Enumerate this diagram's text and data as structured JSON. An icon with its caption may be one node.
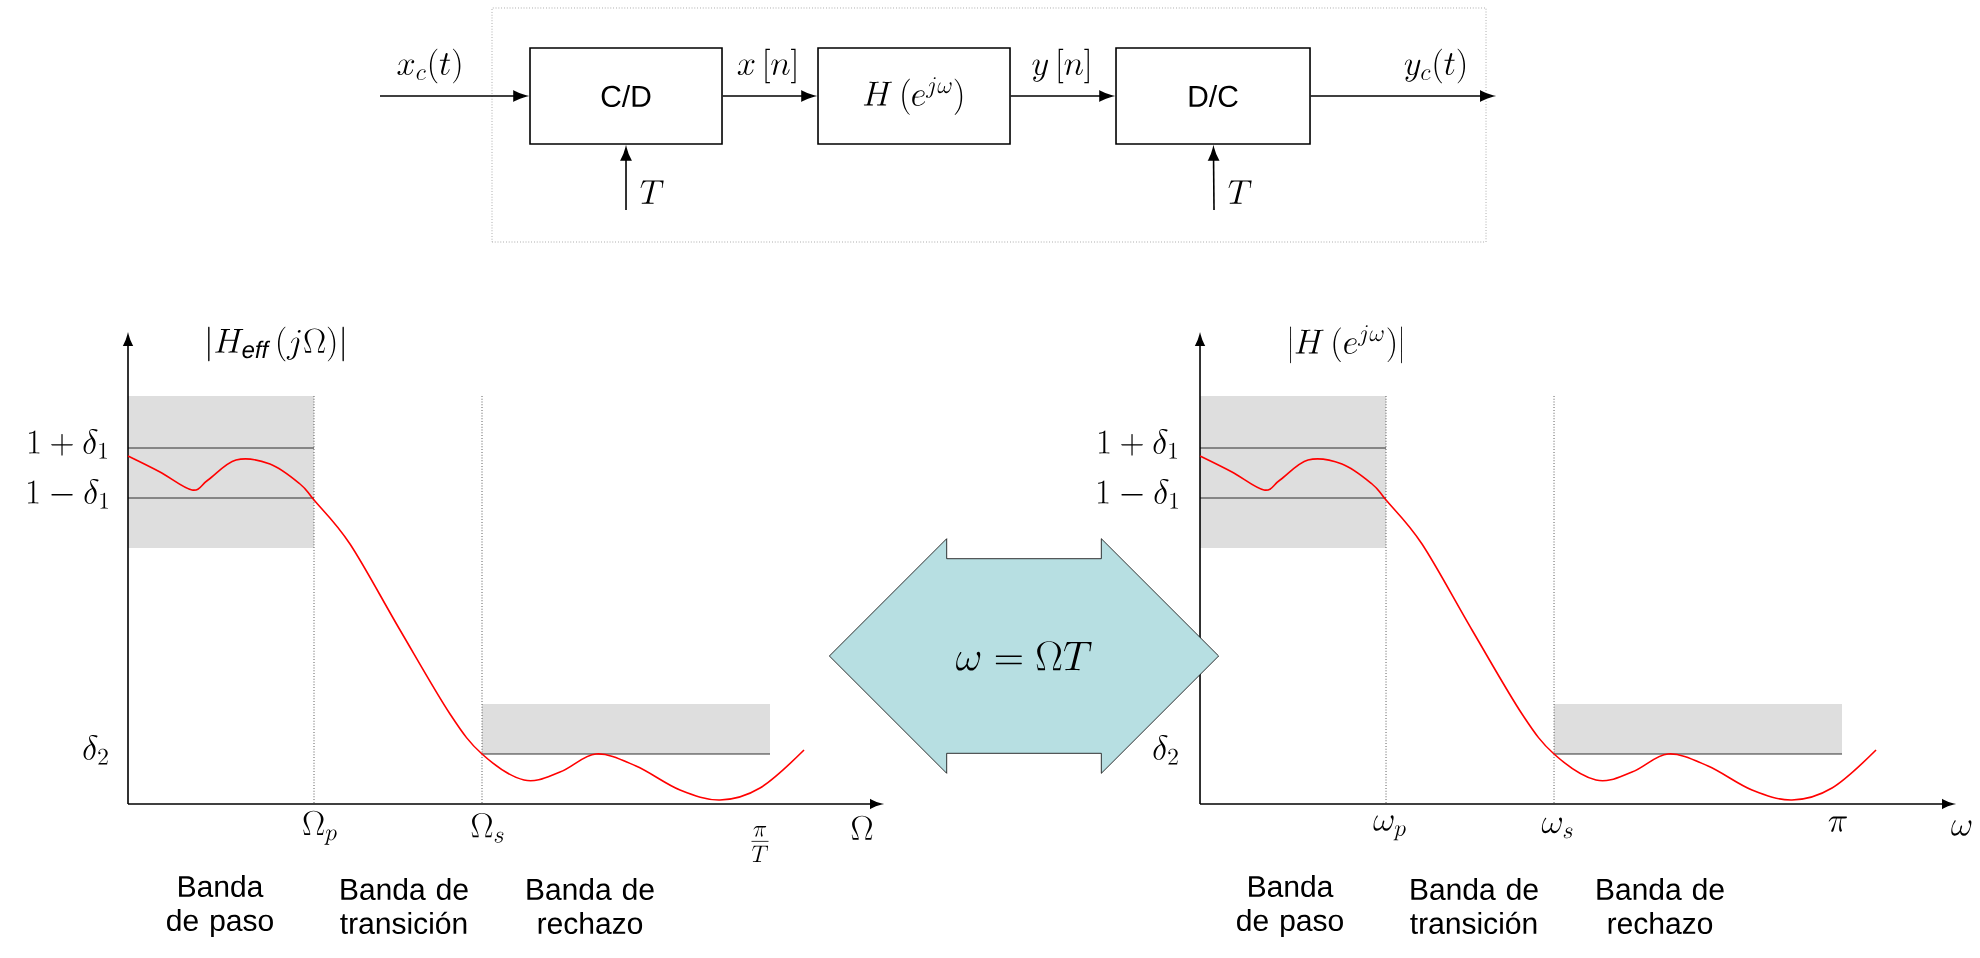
{
  "diagram": {
    "nodes": [
      {
        "text": [],
        "shape": "box"
      },
      {
        "text": [
          "C/D"
        ],
        "in": 0
      },
      {
        "text": [
          "H\\left(e^{j\\omega}\\right)"
        ],
        "in": 0
      },
      {
        "text": [
          "D/C"
        ],
        "in": 0
      },
      {
        "text": [
          "\\omega=\\Omega T"
        ]
      }
    ],
    "edges": [
      {
        "from": null,
        "to": 1,
        "arrow": "to",
        "label": "x_c(t)"
      },
      {
        "from": 1,
        "to": 2,
        "arrow": "to",
        "label": "x\\left[n\\right]"
      },
      {
        "from": 2,
        "to": 3,
        "arrow": "to",
        "label": "y\\left[n\\right]"
      },
      {
        "from": 3,
        "to": null,
        "arrow": "to",
        "label": "y_c(t)"
      },
      {
        "from": null,
        "to": 1,
        "arrow": "to",
        "label": "T"
      },
      {
        "from": null,
        "to": 3,
        "arrow": "to",
        "label": "T"
      }
    ],
    "labels": [
      "\\left|H_{\\mathit{eff}}\\,(j\\Omega)\\right|",
      "1+\\delta_1",
      "1-\\delta_1",
      "\\delta_2",
      "\\Omega_p",
      "\\Omega_s",
      "\\frac{\\pi}{T}",
      "\\Omega",
      "Banda de paso",
      "Banda de transición",
      "Banda de rechazo",
      "\\left|H\\,(e^{j\\omega})\\right|",
      "1+\\delta_1",
      "1-\\delta_1",
      "\\delta_2",
      "\\omega_p",
      "\\omega_s",
      "\\pi",
      "\\omega",
      "Banda de paso",
      "Banda de transición",
      "Banda de rechazo"
    ]
  }
}
